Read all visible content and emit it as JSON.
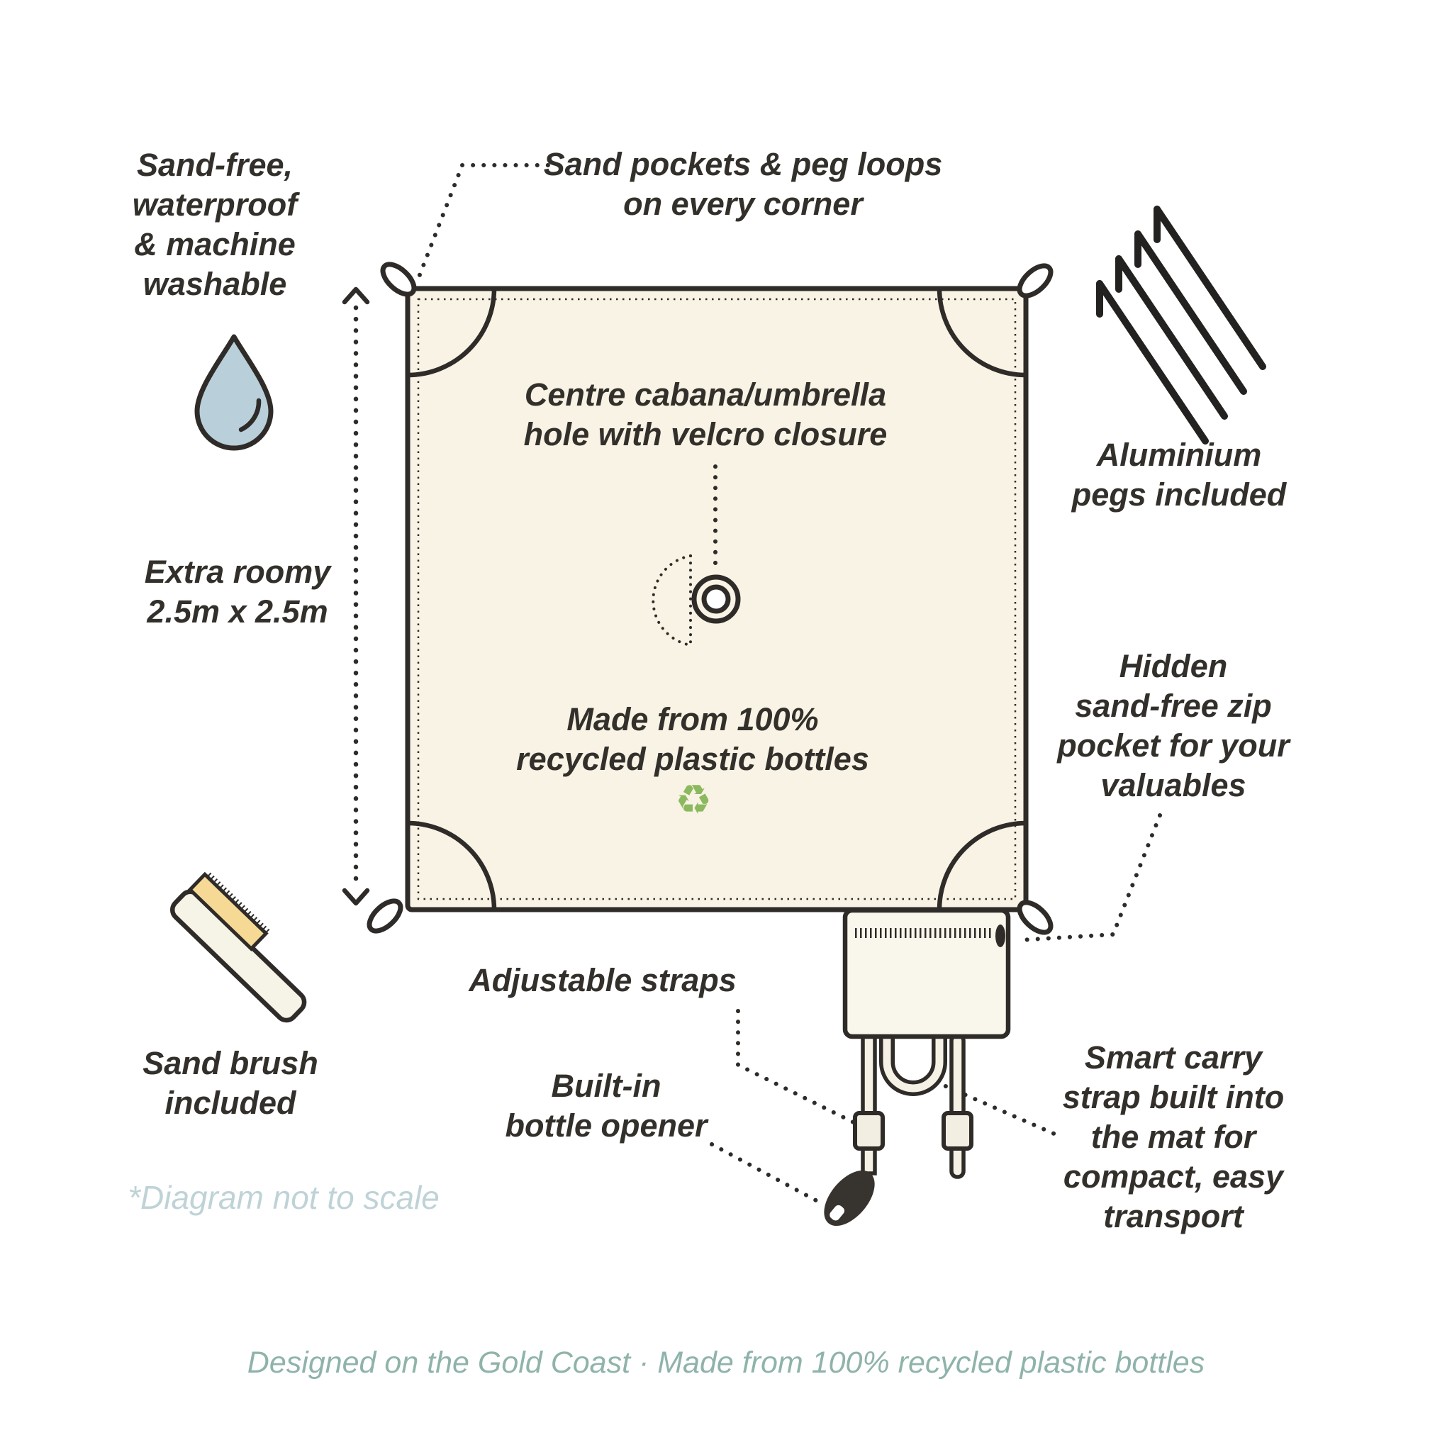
{
  "diagram": {
    "labels": {
      "sandfree": "Sand-free,\nwaterproof\n& machine\nwashable",
      "sand_pockets": "Sand pockets & peg loops\non every corner",
      "aluminium_pegs": "Aluminium\npegs included",
      "extra_roomy": "Extra roomy\n2.5m x 2.5m",
      "centre_hole": "Centre cabana/umbrella\nhole with velcro closure",
      "made_from": "Made from 100%\nrecycled plastic bottles",
      "hidden_pocket": "Hidden\nsand-free zip\npocket for your\nvaluables",
      "sand_brush": "Sand brush\nincluded",
      "adjustable_straps": "Adjustable straps",
      "bottle_opener": "Built-in\nbottle opener",
      "smart_carry": "Smart carry\nstrap built into\nthe mat for\ncompact, easy\ntransport",
      "not_to_scale": "*Diagram not to scale",
      "footer": "Designed on the Gold Coast · Made from 100% recycled plastic bottles"
    },
    "icons": {
      "recycle": "♻",
      "water_drop": "water-drop-icon",
      "pegs": "aluminium-pegs-icon",
      "brush": "sand-brush-icon"
    },
    "mat": {
      "size_label": "2.5m x 2.5m"
    },
    "colors": {
      "text": "#33302c",
      "line": "#2e2b28",
      "mat_fill": "#f8f3e4",
      "pouch_fill": "#f9f6ec",
      "strap_fill": "#f5f1e4",
      "drop_fill": "#b9cfd9",
      "bristle_fill": "#f6d995",
      "recycle_green": "#8cb95f",
      "note_blue": "#bfd3d7",
      "footer_teal": "#8fb3ab"
    }
  }
}
